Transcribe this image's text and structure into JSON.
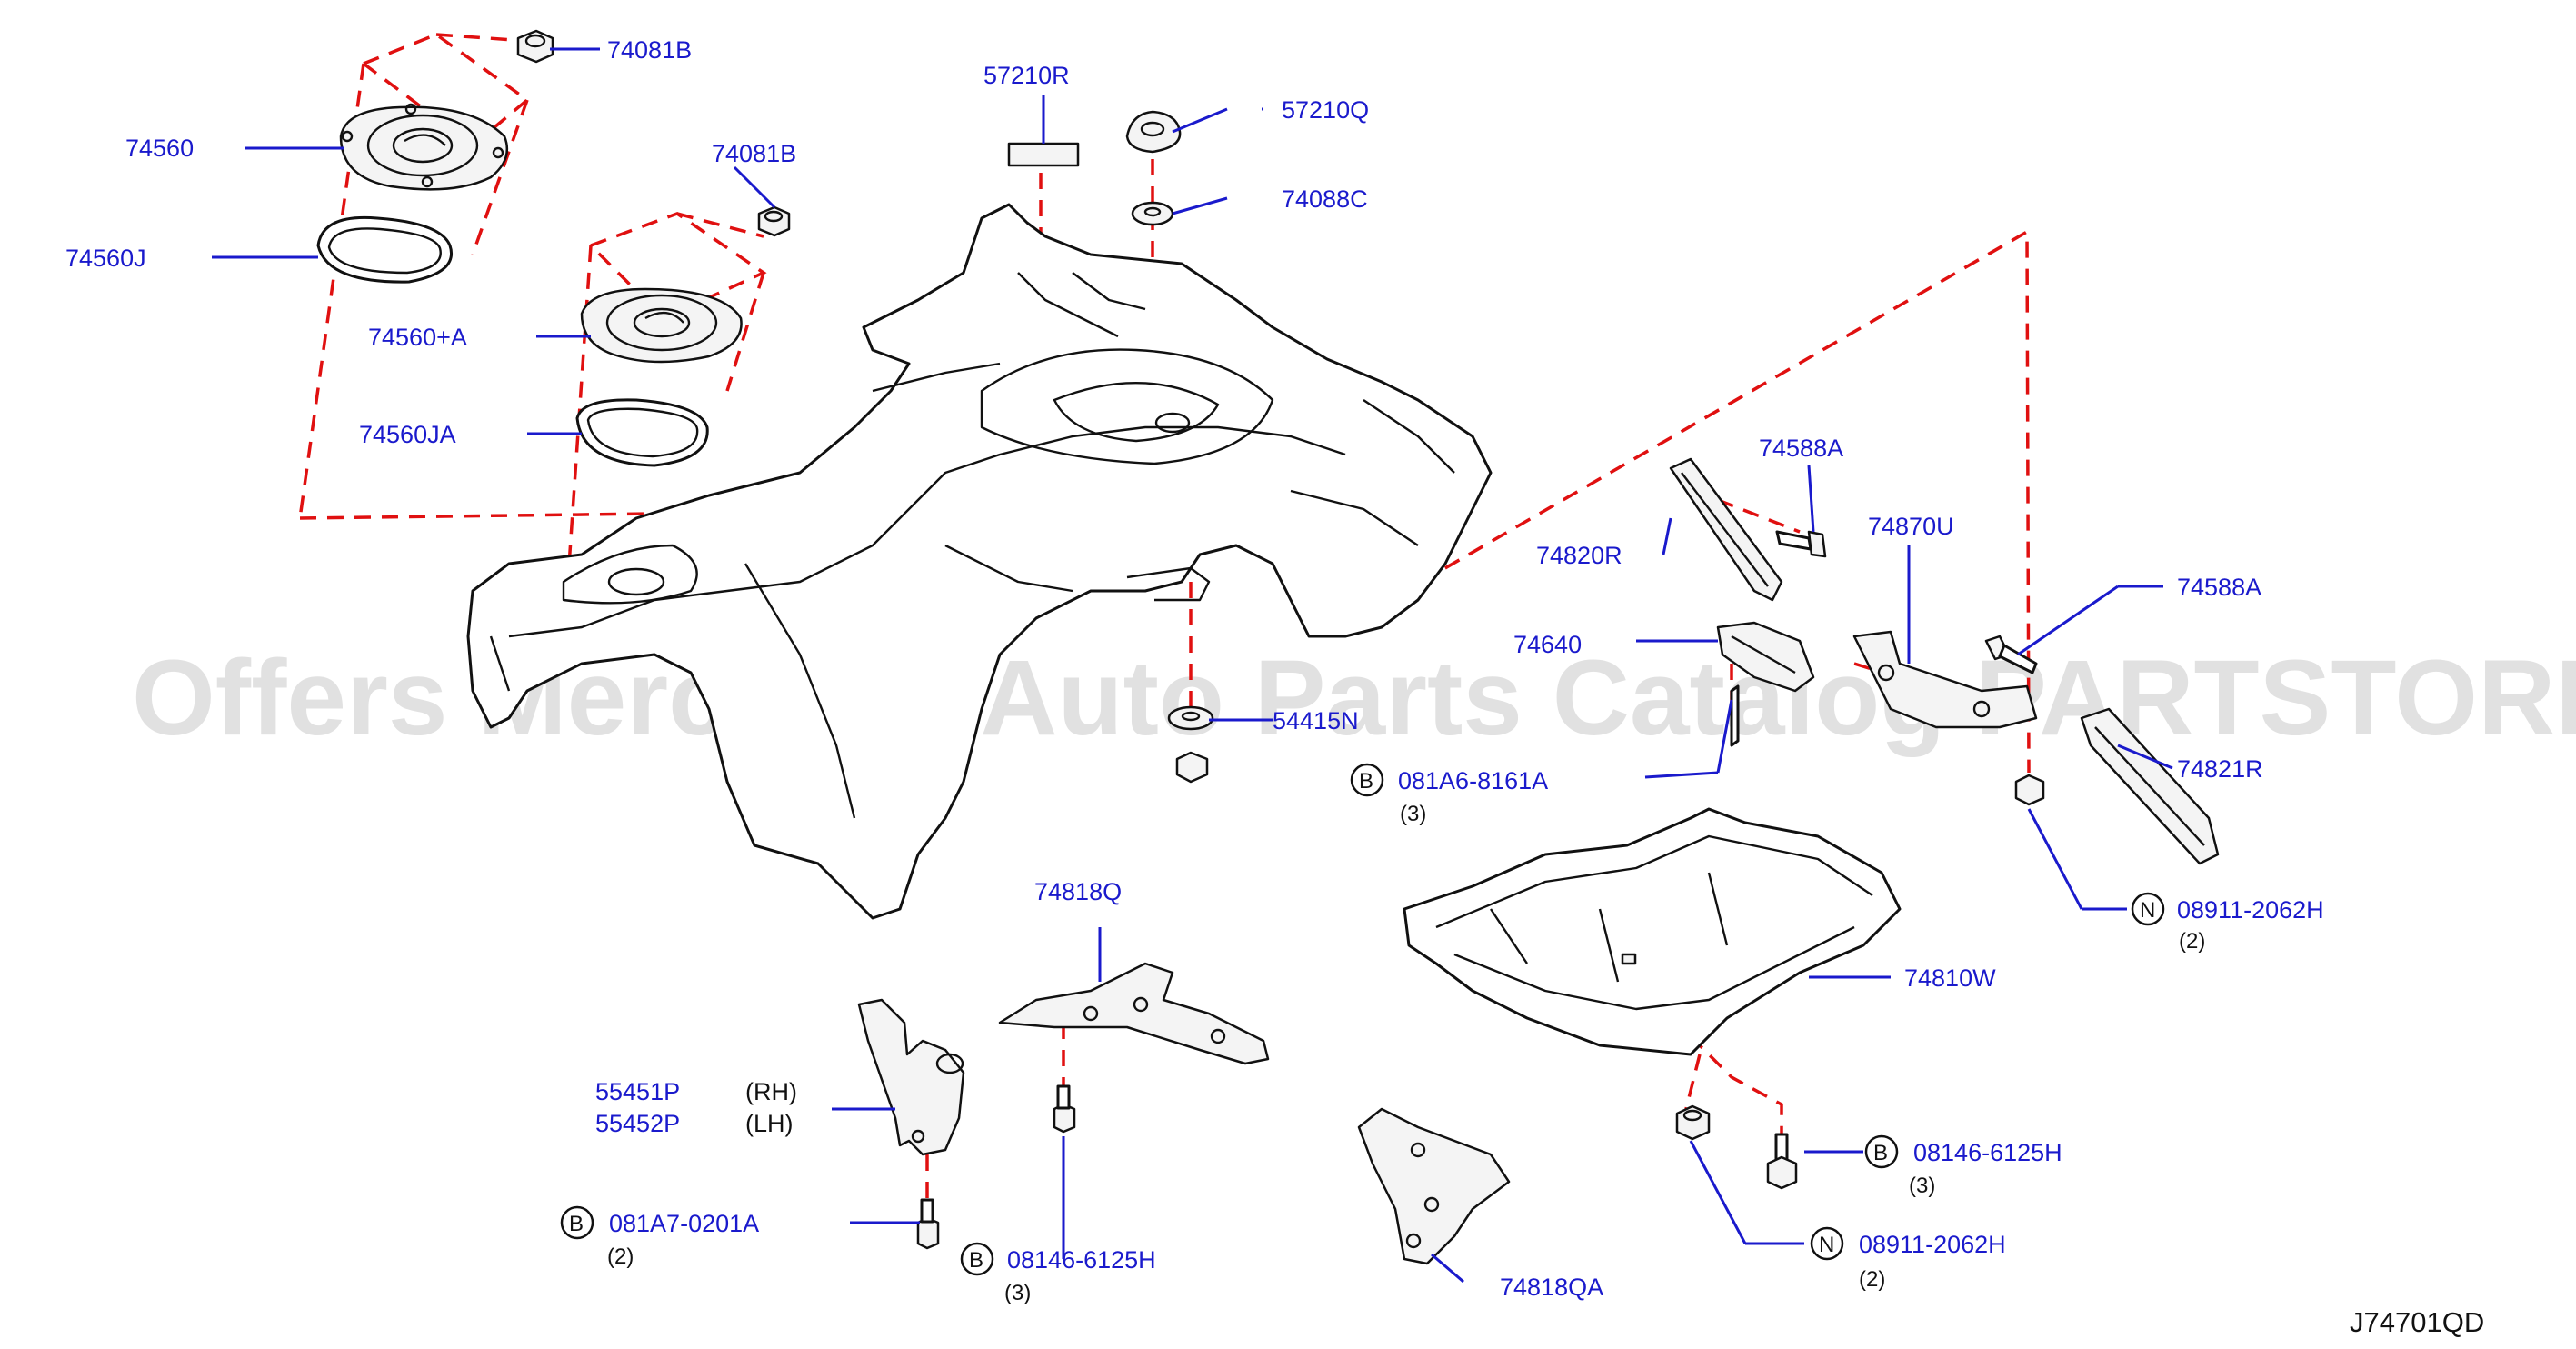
{
  "watermark": "Offers Merchant Auto Parts Catalog PARTSTORE.SA",
  "diagram_code": "J74701QD",
  "colors": {
    "label": "#1a1acc",
    "dash": "#e01010",
    "line": "#111111"
  },
  "labels": {
    "p74081B_top": "74081B",
    "p74560": "74560",
    "p74560J": "74560J",
    "p74081B_mid": "74081B",
    "p74560A": "74560+A",
    "p74560JA": "74560JA",
    "p57210R": "57210R",
    "p57210Q": "57210Q",
    "p74088C": "74088C",
    "p5415N": "54415N",
    "p74588A_top": "74588A",
    "p74870U": "74870U",
    "p74820R": "74820R",
    "p74588A_right": "74588A",
    "p74640": "74640",
    "p74821R": "74821R",
    "b081A6": "081A6-8161A",
    "b081A6_qty": "(3)",
    "n08911_top": "08911-2062H",
    "n08911_top_qty": "(2)",
    "p74818Q": "74818Q",
    "p74810W": "74810W",
    "p55451P": "55451P",
    "p55452P": "55452P",
    "rh": "(RH)",
    "lh": "(LH)",
    "b08146_right": "08146-6125H",
    "b08146_right_qty": "(3)",
    "b081A7": "081A7-0201A",
    "b081A7_qty": "(2)",
    "b08146_mid": "08146-6125H",
    "b08146_mid_qty": "(3)",
    "n08911_bot": "08911-2062H",
    "n08911_bot_qty": "(2)",
    "p74818QA": "74818QA"
  },
  "symbols": {
    "bolt": "B",
    "nut": "N"
  }
}
